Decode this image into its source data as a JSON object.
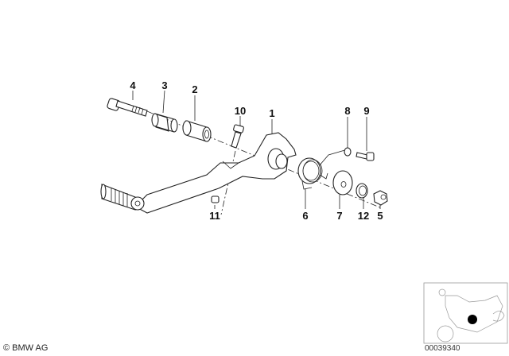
{
  "callouts": [
    {
      "id": "4",
      "label": "4"
    },
    {
      "id": "3",
      "label": "3"
    },
    {
      "id": "2",
      "label": "2"
    },
    {
      "id": "10",
      "label": "10"
    },
    {
      "id": "1",
      "label": "1"
    },
    {
      "id": "8",
      "label": "8"
    },
    {
      "id": "9",
      "label": "9"
    },
    {
      "id": "11",
      "label": "11"
    },
    {
      "id": "6",
      "label": "6"
    },
    {
      "id": "7",
      "label": "7"
    },
    {
      "id": "12",
      "label": "12"
    },
    {
      "id": "5",
      "label": "5"
    }
  ],
  "footer": {
    "copyright": "© BMW AG",
    "document_number": "00039340"
  },
  "thumbnail": {
    "subject": "motorcycle",
    "marker_color": "#000000"
  }
}
